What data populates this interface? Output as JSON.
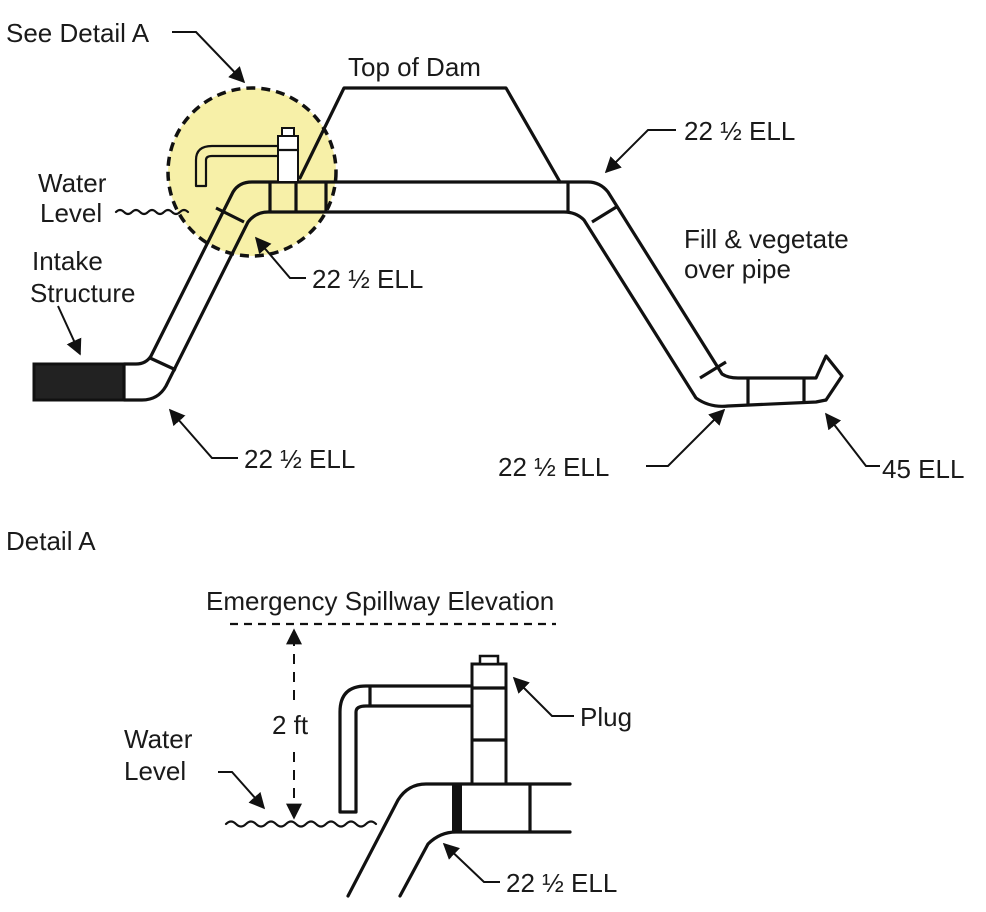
{
  "main_diagram": {
    "label_see_detail": "See Detail A",
    "label_top_of_dam": "Top of Dam",
    "label_water": "Water",
    "label_level": "Level",
    "label_intake_1": "Intake",
    "label_intake_2": "Structure",
    "label_ell_top_left": "22 ½ ELL",
    "label_ell_top_right": "22 ½ ELL",
    "label_ell_bottom_left": "22 ½ ELL",
    "label_ell_bottom_right": "22 ½ ELL",
    "label_45_ell": "45 ELL",
    "label_fill_1": "Fill & vegetate",
    "label_fill_2": "over pipe",
    "highlight_color": "#f7f0a8"
  },
  "detail_a": {
    "title": "Detail A",
    "label_spillway": "Emergency Spillway Elevation",
    "label_height": "2 ft",
    "label_water": "Water",
    "label_level": "Level",
    "label_plug": "Plug",
    "label_ell": "22 ½ ELL"
  }
}
